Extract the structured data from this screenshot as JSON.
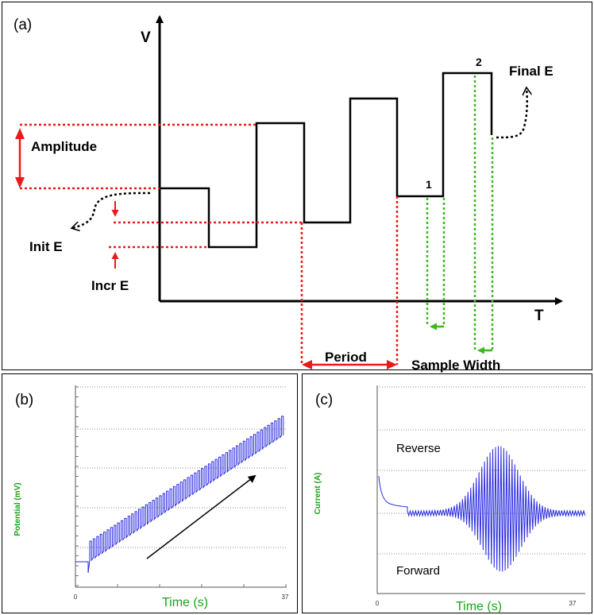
{
  "panel_a": {
    "tag": "(a)",
    "v_axis": "V",
    "t_axis": "T",
    "amplitude": "Amplitude",
    "init_e": "Init E",
    "incr_e": "Incr E",
    "final_e": "Final E",
    "period": "Period",
    "sample_width": "Sample Width",
    "sample1": "1",
    "sample2": "2",
    "colors": {
      "waveform": "#000000",
      "guide": "#e81a1a",
      "sample": "#3cb81e"
    }
  },
  "panel_b": {
    "tag": "(b)",
    "ylabel": "Potential (mV)",
    "xlabel": "Time (s)",
    "x_min_label": "0",
    "x_max_label": "37",
    "color": "#2a2ae0"
  },
  "panel_c": {
    "tag": "(c)",
    "ylabel": "Current (A)",
    "xlabel": "Time (s)",
    "x_min_label": "0",
    "x_max_label": "37",
    "reverse": "Reverse",
    "forward": "Forward",
    "color": "#2a2ae0"
  }
}
